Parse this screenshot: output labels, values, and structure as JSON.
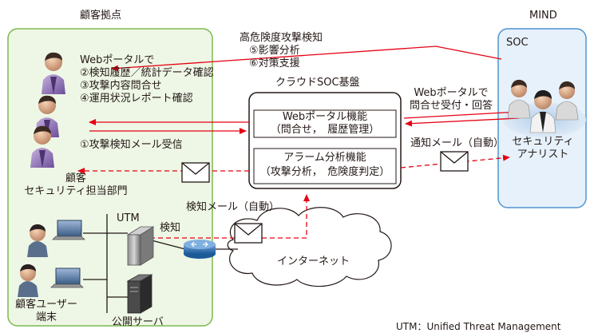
{
  "regions": {
    "customer_site": "顧客拠点",
    "mind": "MIND",
    "soc": "SOC"
  },
  "customer": {
    "step_portal": "Webポータルで",
    "step2": "②検知履歴／統計データ確認",
    "step3": "③攻撃内容問合せ",
    "step4": "④運用状況レポート確認",
    "step1": "①攻撃検知メール受信",
    "dept_line1": "顧客",
    "dept_line2": "セキュリティ担当部門",
    "users_line1": "顧客ユーザー",
    "users_line2": "端末",
    "public_server": "公開サーバ"
  },
  "notify": {
    "line1": "高危険度攻撃検知",
    "line2": "⑤影響分析",
    "line3": "⑥対策支援"
  },
  "cloud_soc": {
    "title": "クラウドSOC基盤",
    "portal_box_line1": "Webポータル機能",
    "portal_box_line2": "（問合せ，　履歴管理）",
    "alarm_box_line1": "アラーム分析機能",
    "alarm_box_line2": "（攻撃分析，　危険度判定）"
  },
  "soc_side": {
    "portal_line1": "Webポータルで",
    "portal_line2": "問合せ受付・回答",
    "mail_auto": "通知メール（自動）",
    "analyst_line1": "セキュリティ",
    "analyst_line2": "アナリスト"
  },
  "network": {
    "utm": "UTM",
    "detect": "検知",
    "detect_mail": "検知メール（自動）",
    "internet": "インターネット"
  },
  "footnote": "UTM：Unified Threat Management",
  "colors": {
    "customer_bg": "#eef7e6",
    "customer_border": "#7cba4e",
    "soc_bg": "#e6f1fb",
    "soc_border": "#4f94cf",
    "arrow_red": "#e60012"
  }
}
